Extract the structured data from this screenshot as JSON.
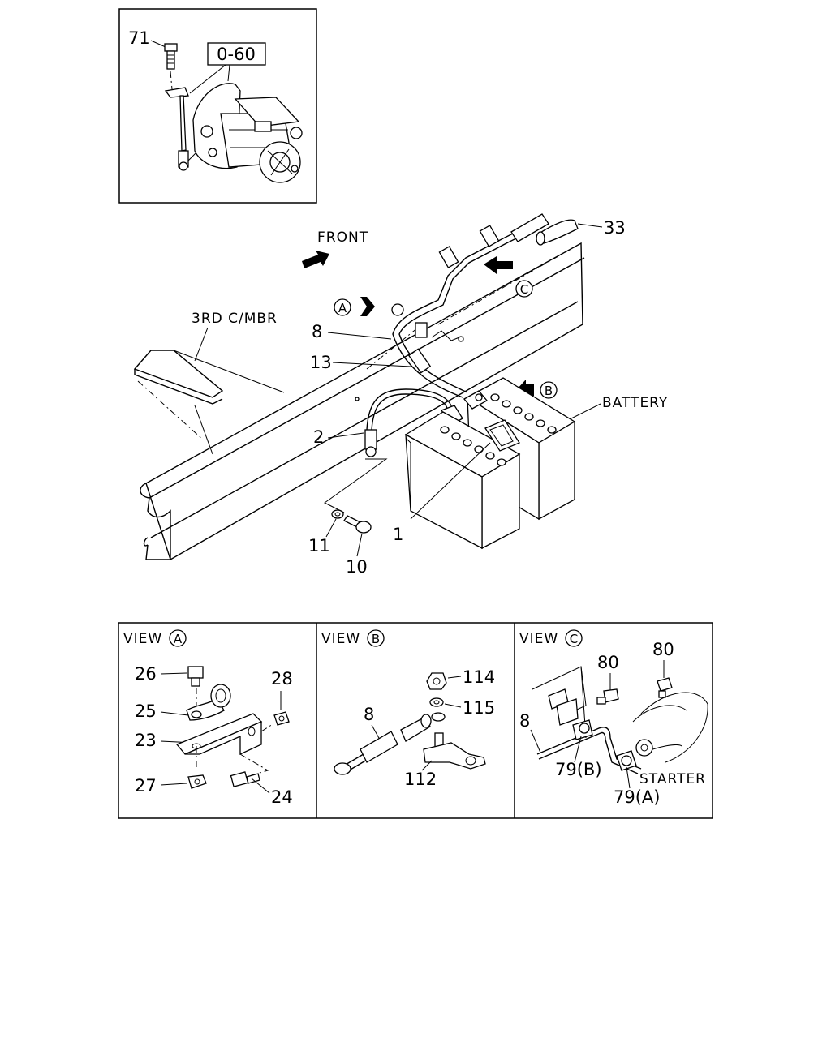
{
  "inset_top": {
    "callout_71": "71",
    "ref_box": "0-60"
  },
  "main": {
    "front_label": "FRONT",
    "crossmember_label": "3RD C/MBR",
    "battery_label": "BATTERY",
    "view_markers": {
      "a": "A",
      "b": "B",
      "c": "C"
    },
    "callouts": {
      "p33": "33",
      "p8": "8",
      "p13": "13",
      "p2": "2",
      "p1": "1",
      "p11": "11",
      "p10": "10"
    }
  },
  "view_a": {
    "title": "VIEW",
    "marker": "A",
    "callouts": {
      "p26": "26",
      "p25": "25",
      "p23": "23",
      "p27": "27",
      "p28": "28",
      "p24": "24"
    }
  },
  "view_b": {
    "title": "VIEW",
    "marker": "B",
    "callouts": {
      "p114": "114",
      "p115": "115",
      "p8": "8",
      "p112": "112"
    }
  },
  "view_c": {
    "title": "VIEW",
    "marker": "C",
    "callouts": {
      "p80a": "80",
      "p80b": "80",
      "p8": "8",
      "p79b": "79(B)",
      "p79a": "79(A)",
      "starter": "STARTER"
    }
  }
}
